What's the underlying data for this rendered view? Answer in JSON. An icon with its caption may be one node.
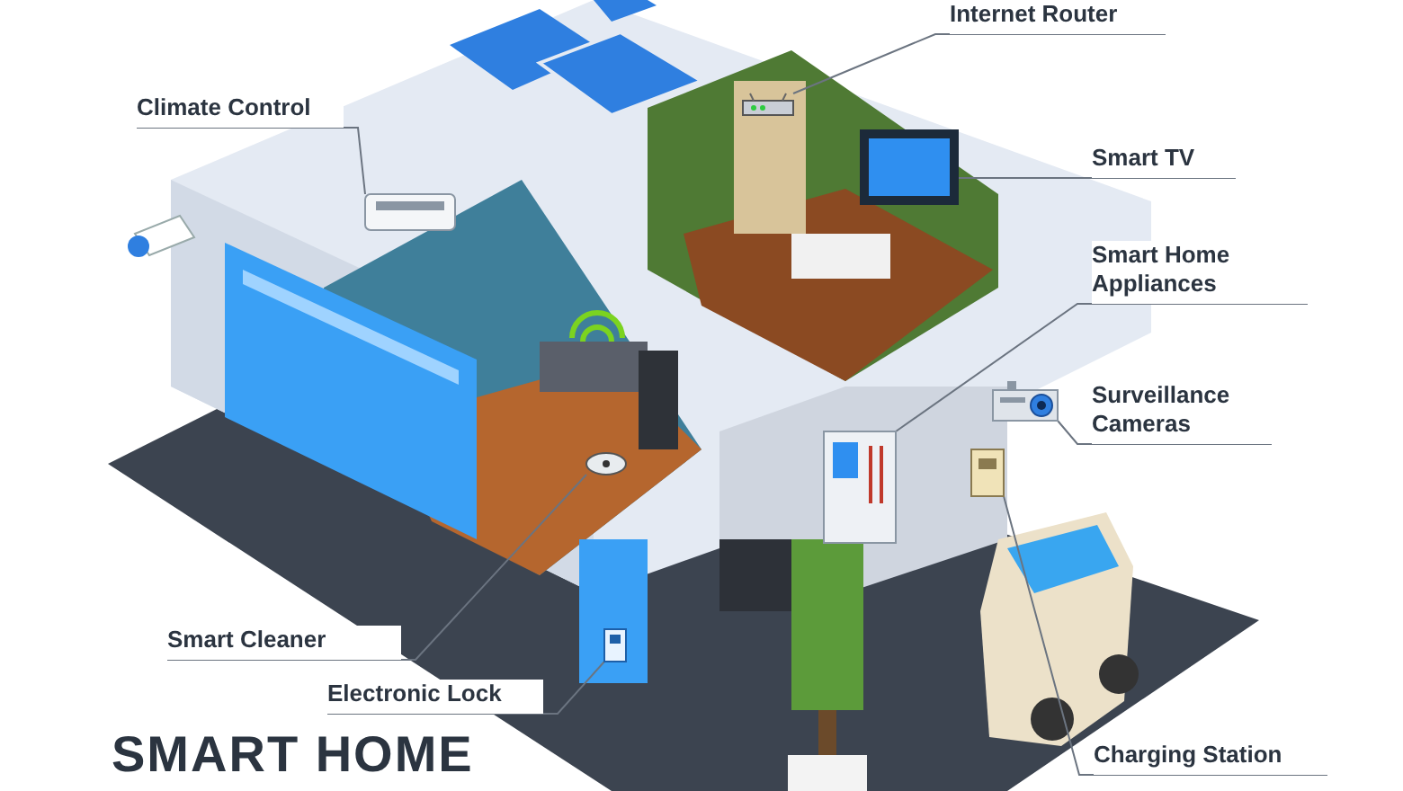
{
  "diagram": {
    "title": "SMART HOME",
    "nodes": [
      {
        "text": [
          "Internet Router"
        ]
      },
      {
        "text": [
          "Climate Control"
        ]
      },
      {
        "text": [
          "Smart TV"
        ]
      },
      {
        "text": [
          "Smart Home Appliances"
        ]
      },
      {
        "text": [
          "Surveillance Cameras"
        ]
      },
      {
        "text": [
          "Smart Cleaner"
        ]
      },
      {
        "text": [
          "Electronic Lock"
        ]
      },
      {
        "text": [
          "Charging Station"
        ]
      },
      {
        "text": [],
        "shape": "picture"
      },
      {
        "text": [],
        "shape": "picture"
      },
      {
        "text": [],
        "shape": "picture"
      },
      {
        "text": [],
        "shape": "picture"
      },
      {
        "text": [],
        "shape": "picture"
      },
      {
        "text": [],
        "shape": "picture"
      },
      {
        "text": [],
        "shape": "picture"
      },
      {
        "text": [],
        "shape": "picture"
      }
    ],
    "edges": [
      {
        "from": 0,
        "to": 8,
        "arrow": "none"
      },
      {
        "from": 1,
        "to": 10,
        "arrow": "none"
      },
      {
        "from": 2,
        "to": 9,
        "arrow": "none"
      },
      {
        "from": 3,
        "to": 12,
        "arrow": "none"
      },
      {
        "from": 4,
        "to": 11,
        "arrow": "none"
      },
      {
        "from": 5,
        "to": 14,
        "arrow": "none"
      },
      {
        "from": 6,
        "to": 15,
        "arrow": "none"
      },
      {
        "from": 7,
        "to": 13,
        "arrow": "none"
      }
    ]
  }
}
